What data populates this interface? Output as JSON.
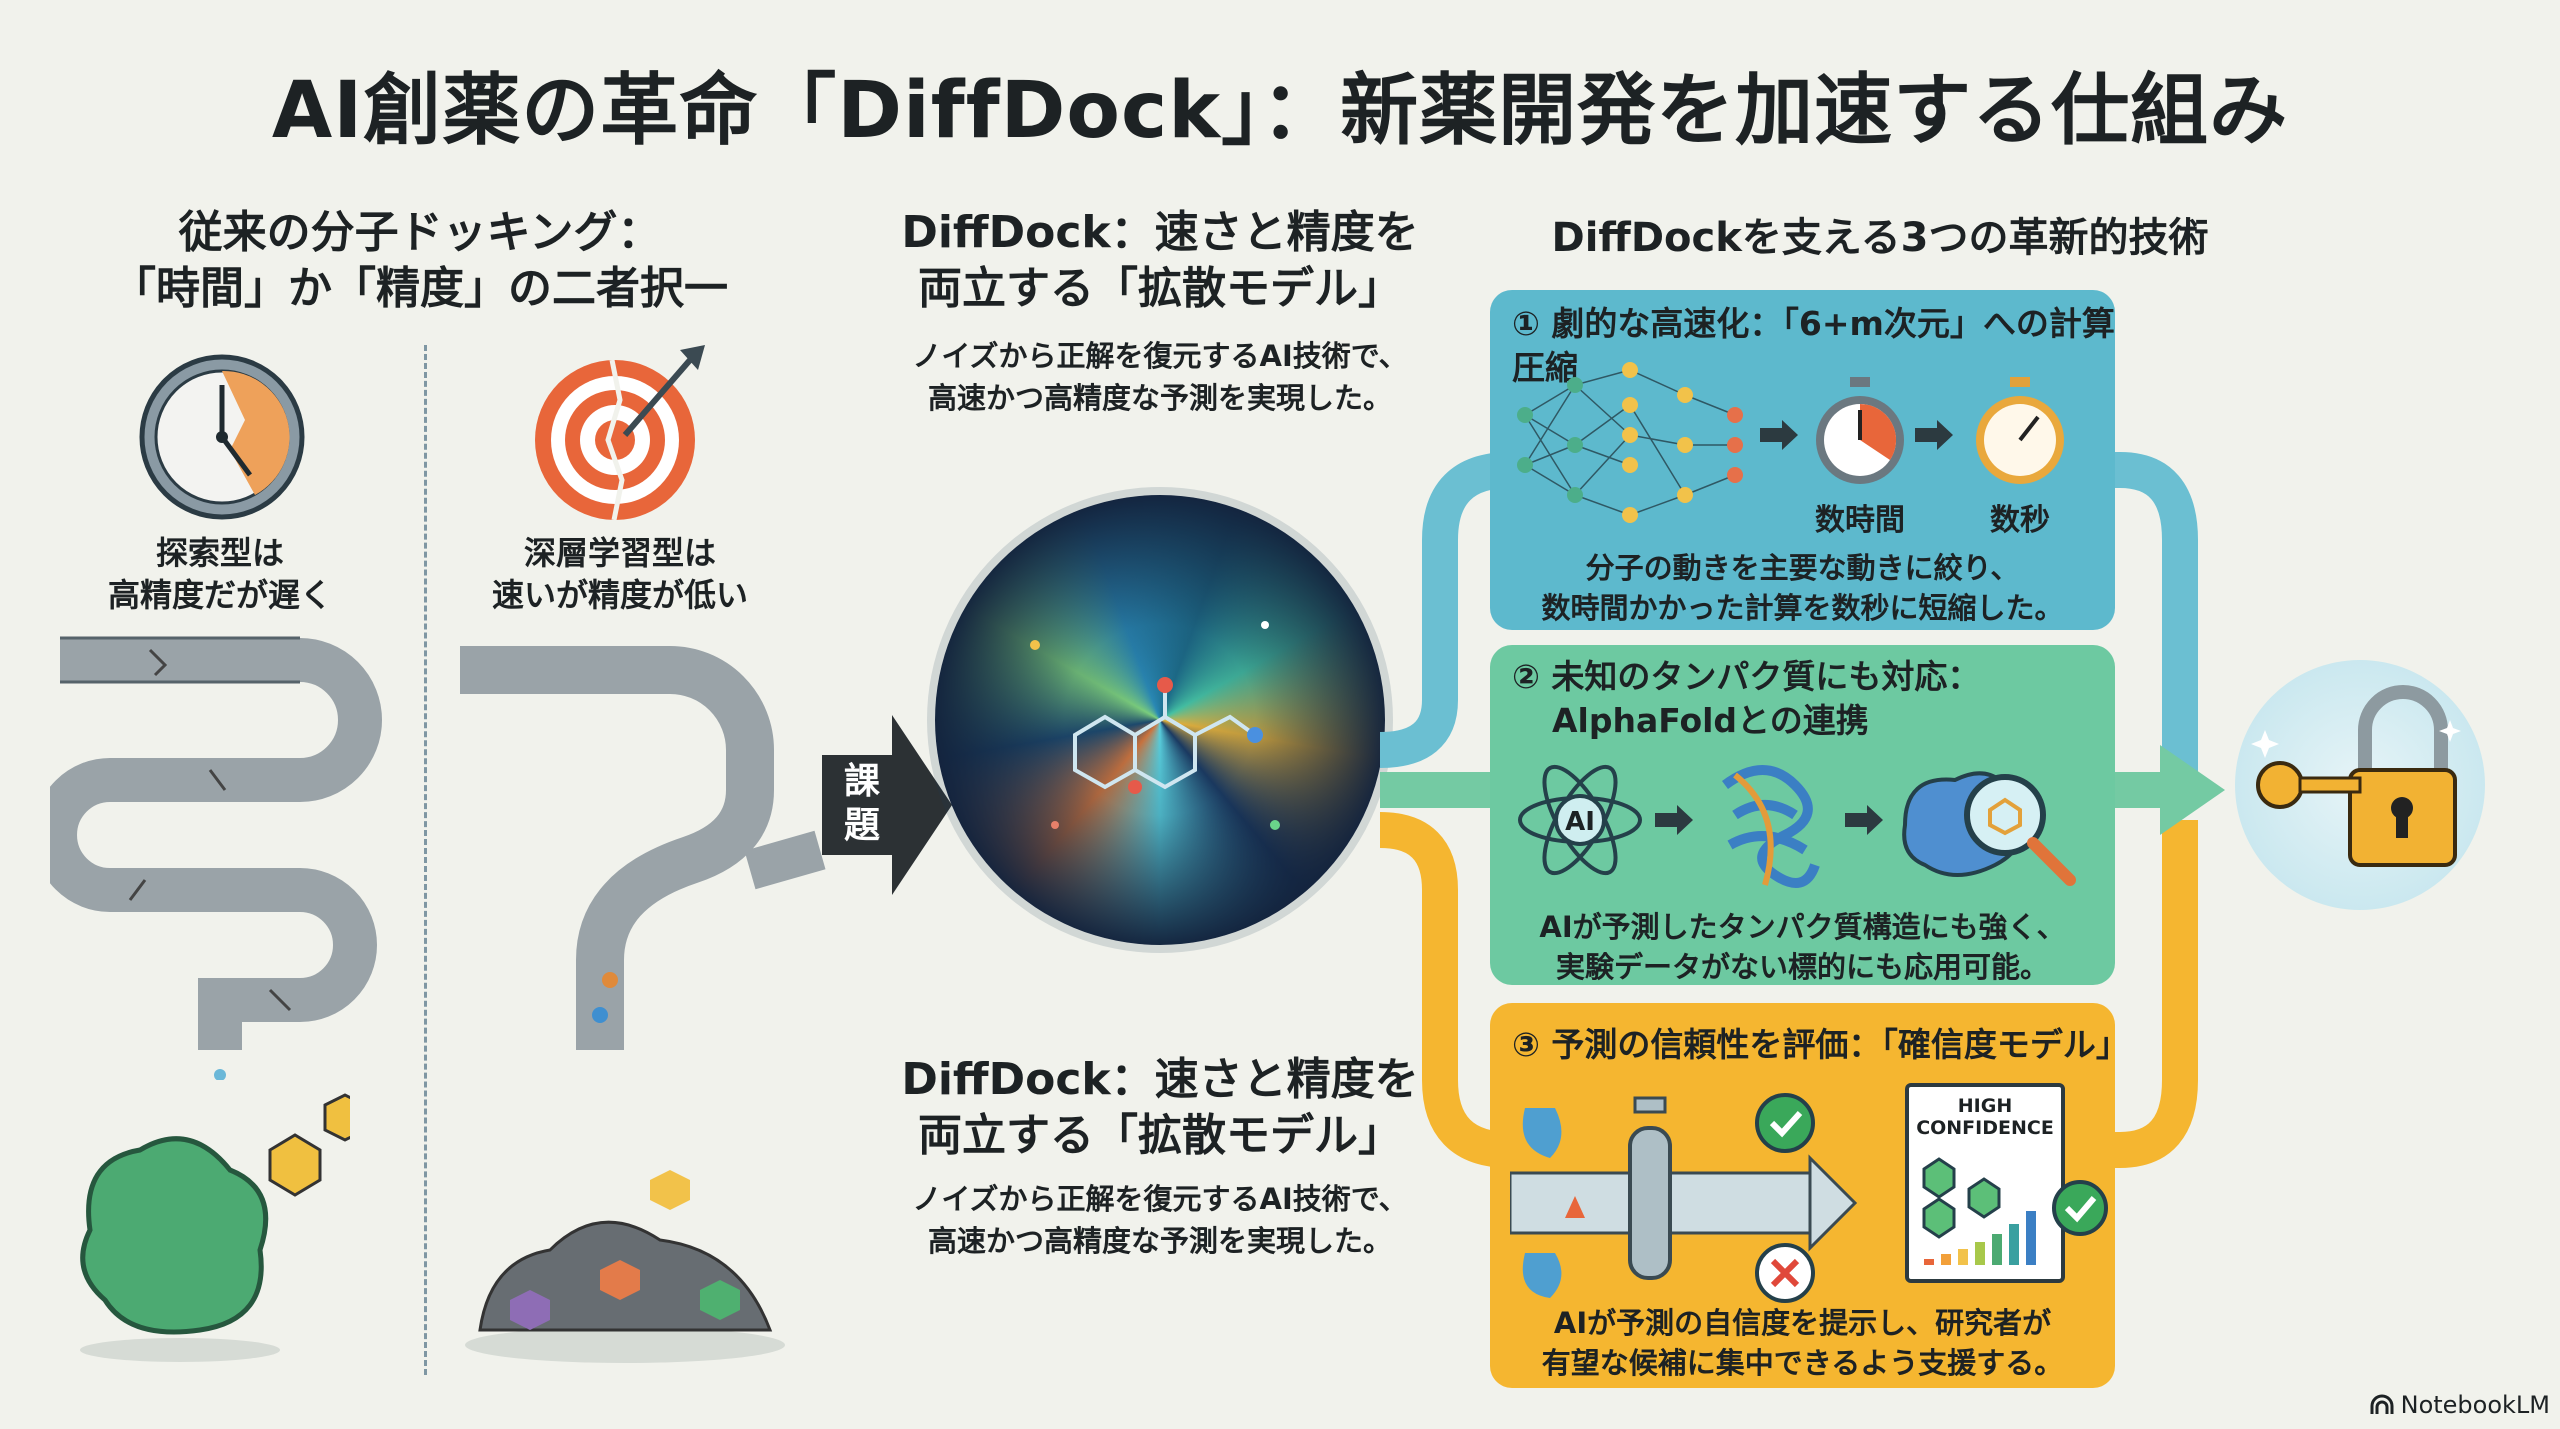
{
  "title": "AI創薬の革命「DiffDock」：新薬開発を加速する仕組み",
  "left": {
    "heading_line1": "従来の分子ドッキング：",
    "heading_line2": "「時間」か「精度」の二者択一",
    "search_type": {
      "line1": "探索型は",
      "line2": "高精度だが遅く"
    },
    "deep_learning_type": {
      "line1": "深層学習型は",
      "line2": "速いが精度が低い"
    },
    "challenge_label": "課題"
  },
  "center": {
    "top_heading_line1": "DiffDock：速さと精度を",
    "top_heading_line2": "両立する「拡散モデル」",
    "top_desc_line1": "ノイズから正解を復元するAI技術で、",
    "top_desc_line2": "高速かつ高精度な予測を実現した。",
    "bottom_heading_line1": "DiffDock：速さと精度を",
    "bottom_heading_line2": "両立する「拡散モデル」",
    "bottom_desc_line1": "ノイズから正解を復元するAI技術で、",
    "bottom_desc_line2": "高速かつ高精度な予測を実現した。"
  },
  "right": {
    "heading": "DiffDockを支える3つの革新的技術",
    "panels": [
      {
        "title": "① 劇的な高速化：「6+m次元」への計算圧縮",
        "label_before": "数時間",
        "label_after": "数秒",
        "desc_line1": "分子の動きを主要な動きに絞り、",
        "desc_line2": "数時間かかった計算を数秒に短縮した。",
        "color": "#5db9cd"
      },
      {
        "title_line1": "② 未知のタンパク質にも対応：",
        "title_line2": "AlphaFoldとの連携",
        "ai_label": "AI",
        "desc_line1": "AIが予測したタンパク質構造にも強く、",
        "desc_line2": "実験データがない標的にも応用可能。",
        "color": "#6dc9a1"
      },
      {
        "title": "③ 予測の信頼性を評価：「確信度モデル」",
        "card_line1": "HIGH",
        "card_line2": "CONFIDENCE",
        "desc_line1": "AIが予測の自信度を提示し、研究者が",
        "desc_line2": "有望な候補に集中できるよう支援する。",
        "color": "#f5b630"
      }
    ]
  },
  "footer": {
    "brand": "NotebookLM"
  }
}
